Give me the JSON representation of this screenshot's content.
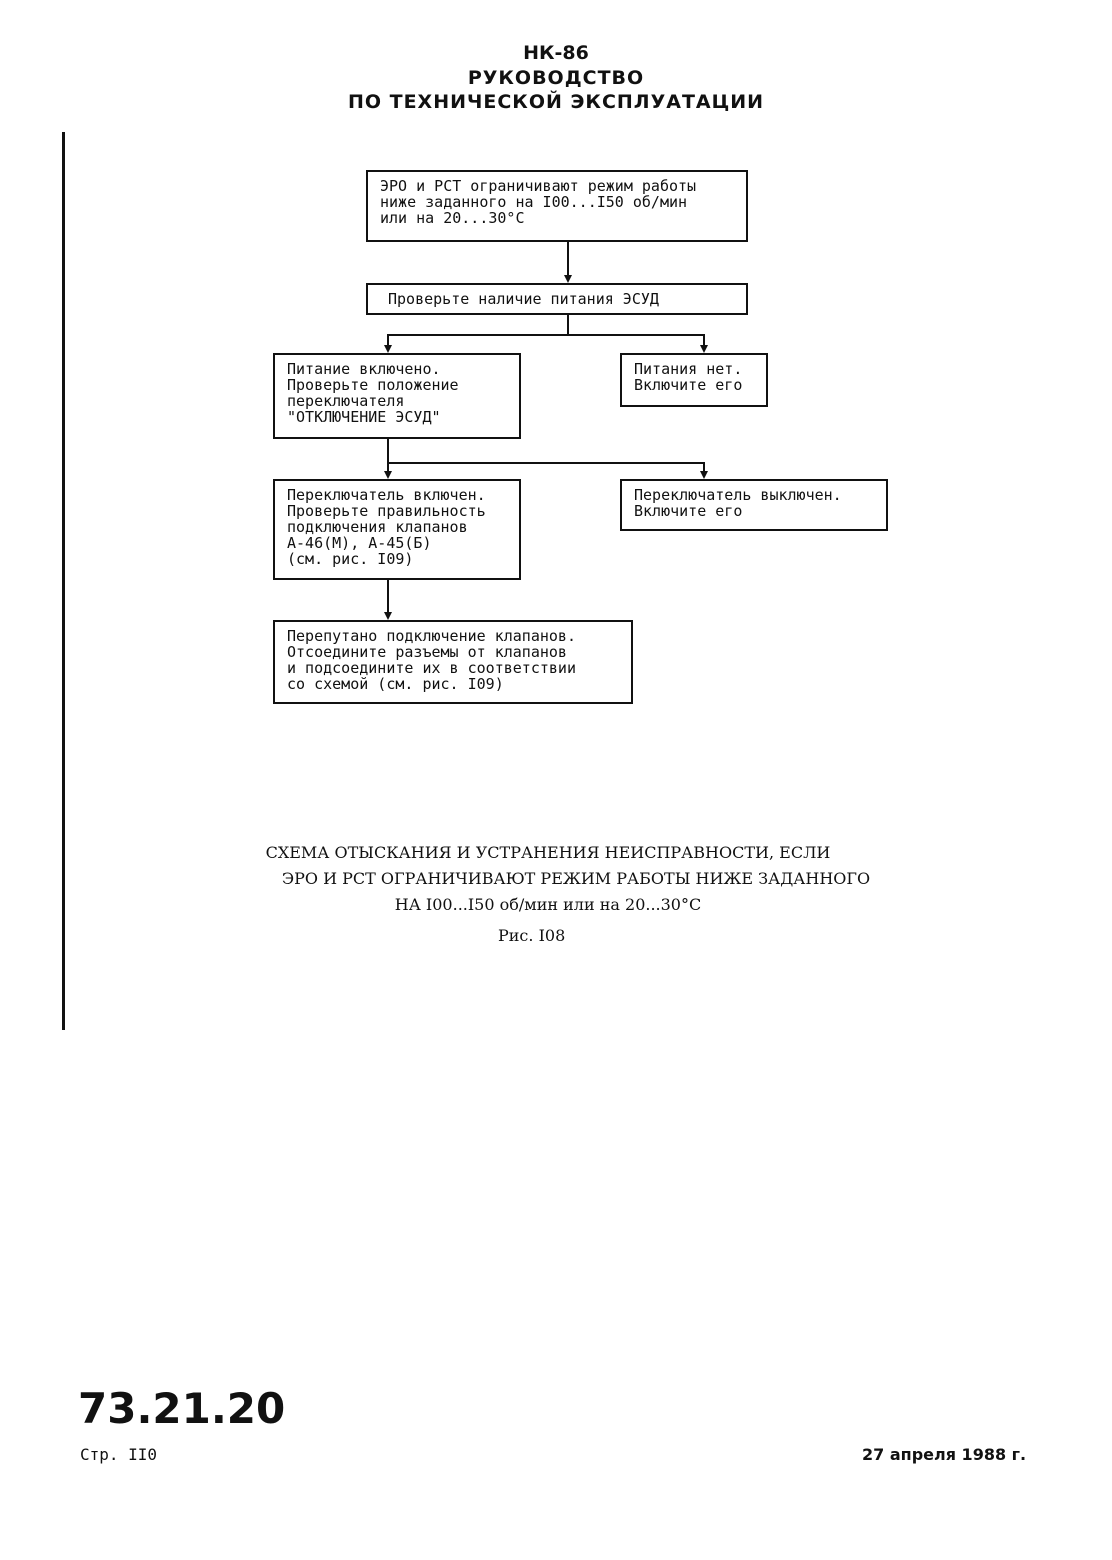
{
  "header": {
    "line1": "НК-86",
    "line2": "РУКОВОДСТВО",
    "line3": "ПО ТЕХНИЧЕСКОЙ ЭКСПЛУАТАЦИИ"
  },
  "flowchart": {
    "box1": "ЭРО и РСТ ограничивают режим работы\nниже заданного на I00...I50 об/мин\nили на 20...30°C",
    "box2": "Проверьте наличие питания ЭСУД",
    "box3": "Питание включено.\nПроверьте положение\nпереключателя\n\"ОТКЛЮЧЕНИЕ ЭСУД\"",
    "box4": "Питания нет.\nВключите его",
    "box5": "Переключатель включен.\nПроверьте правильность\nподключения клапанов\nА-46(М), А-45(Б)\n(см. рис. I09)",
    "box6": "Переключатель выключен.\nВключите его",
    "box7": "Перепутано подключение клапанов.\nОтсоедините разъемы от клапанов\nи подсоедините их в соответствии\nсо схемой (см. рис. I09)"
  },
  "caption": {
    "line1": "СХЕМА ОТЫСКАНИЯ И УСТРАНЕНИЯ НЕИСПРАВНОСТИ, ЕСЛИ",
    "line2": "ЭРО И РСТ ОГРАНИЧИВАЮТ РЕЖИМ РАБОТЫ НИЖЕ ЗАДАННОГО",
    "line3": "НА I00...I50 об/мин или на 20...30°C",
    "figure": "Рис. I08"
  },
  "footer": {
    "section_number": "73.21.20",
    "page": "Стр. II0",
    "date": "27 апреля 1988 г."
  }
}
